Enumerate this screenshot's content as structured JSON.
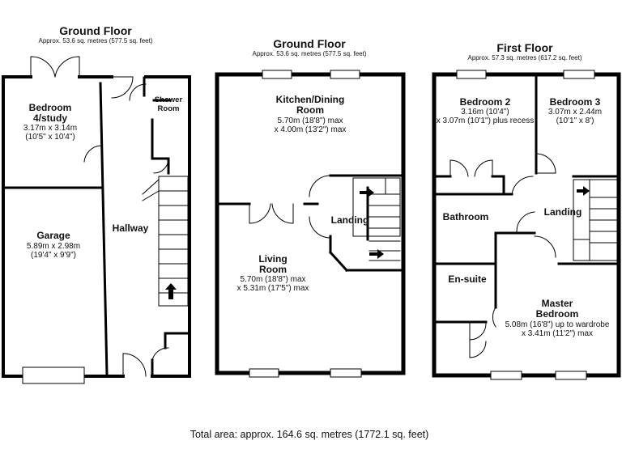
{
  "floors": [
    {
      "title": "Ground Floor",
      "area": "Approx. 53.6 sq. metres (577.5 sq. feet)",
      "rooms": [
        {
          "name": "Bedroom 4/study",
          "line1": "Bedroom",
          "line2": "4/study",
          "dims": [
            "3.17m x 3.14m",
            "(10'5\" x 10'4\")"
          ]
        },
        {
          "name": "Shower Room",
          "line1": "Shower",
          "line2": "Room"
        },
        {
          "name": "Garage",
          "dims": [
            "5.89m x 2.98m",
            "(19'4\" x 9'9\")"
          ]
        },
        {
          "name": "Hallway"
        }
      ]
    },
    {
      "title": "Ground Floor",
      "area": "Approx. 53.6 sq. metres (577.5 sq. feet)",
      "rooms": [
        {
          "name": "Kitchen/Dining Room",
          "line1": "Kitchen/Dining",
          "line2": "Room",
          "dims": [
            "5.70m (18'8\") max",
            "x 4.00m (13'2\") max"
          ]
        },
        {
          "name": "Landing"
        },
        {
          "name": "Living Room",
          "line1": "Living",
          "line2": "Room",
          "dims": [
            "5.70m (18'8\") max",
            "x 5.31m (17'5\") max"
          ]
        }
      ]
    },
    {
      "title": "First Floor",
      "area": "Approx. 57.3 sq. metres (617.2 sq. feet)",
      "rooms": [
        {
          "name": "Bedroom 2",
          "dims": [
            "3.16m (10'4\")",
            "x 3.07m (10'1\") plus recess"
          ]
        },
        {
          "name": "Bedroom 3",
          "dims": [
            "3.07m x 2.44m",
            "(10'1\" x 8')"
          ]
        },
        {
          "name": "Bathroom"
        },
        {
          "name": "Landing"
        },
        {
          "name": "En-suite"
        },
        {
          "name": "Master Bedroom",
          "line1": "Master",
          "line2": "Bedroom",
          "dims": [
            "5.08m (16'8\") up to wardrobe",
            "x 3.41m (11'2\") max"
          ]
        }
      ]
    }
  ],
  "total_area": "Total area: approx. 164.6 sq. metres (1772.1 sq. feet)"
}
